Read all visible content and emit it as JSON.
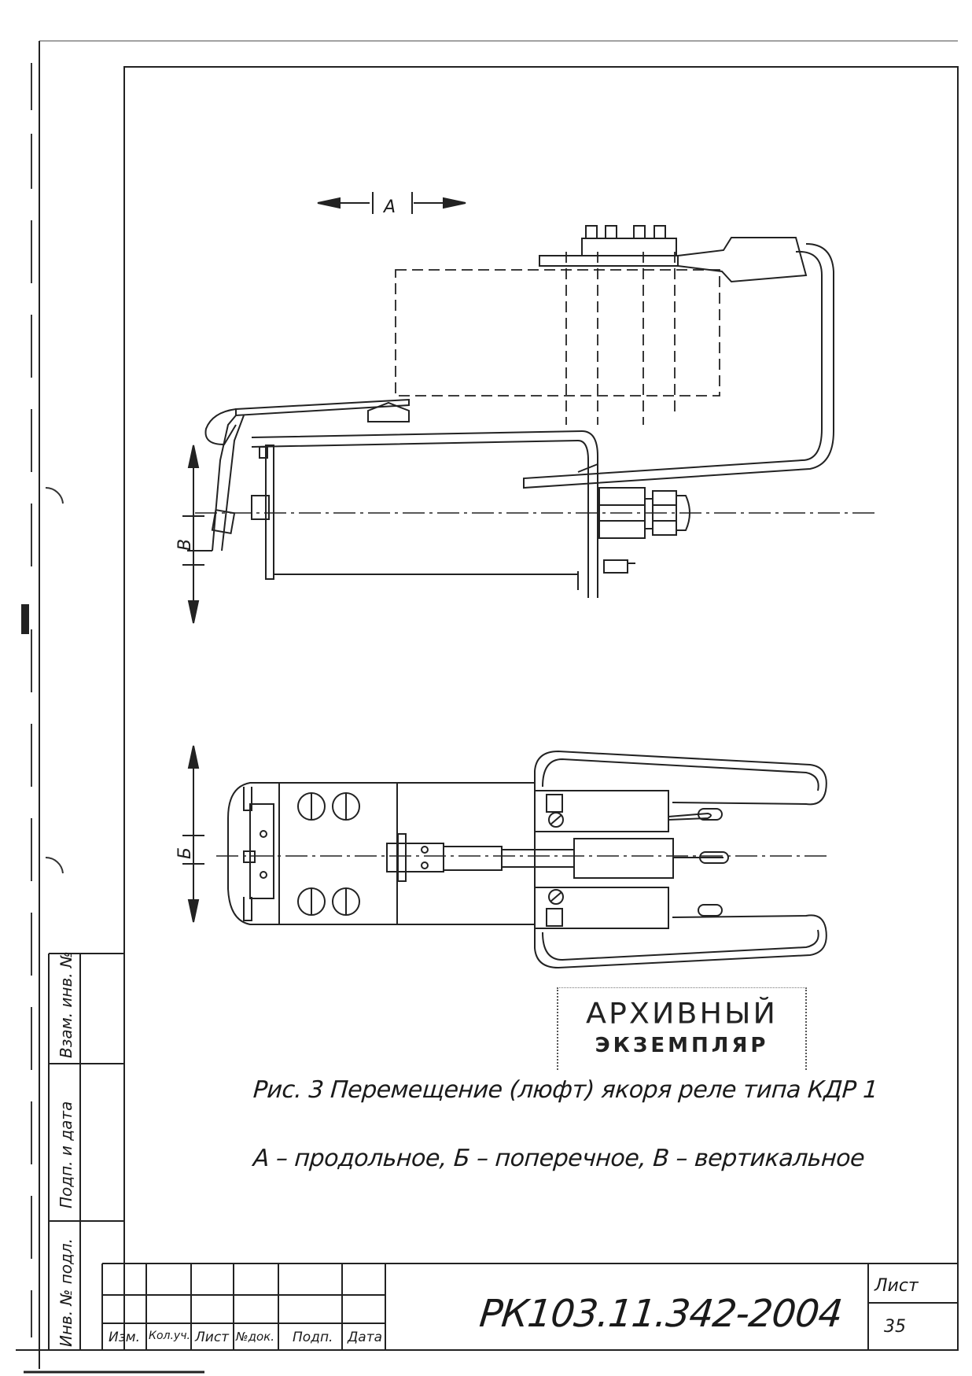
{
  "drawing": {
    "dim_a": "А",
    "dim_b": "Б",
    "dim_v": "В"
  },
  "stamp": {
    "line1": "АРХИВНЫЙ",
    "line2": "ЭКЗЕМПЛЯР"
  },
  "caption": {
    "title": "Рис. 3  Перемещение (люфт) якоря реле типа КДР 1",
    "legend": "А – продольное,  Б – поперечное,  В – вертикальное"
  },
  "title_block": {
    "doc_number": "РК103.11.342-2004",
    "columns": [
      "Изм.",
      "Кол.уч.",
      "Лист",
      "№док.",
      "Подп.",
      "Дата"
    ],
    "sheet_label": "Лист",
    "sheet_number": "35"
  },
  "side_stamp": {
    "labels": [
      "Инв. № подл.",
      "Подп. и дата",
      "Взам. инв. №"
    ]
  }
}
